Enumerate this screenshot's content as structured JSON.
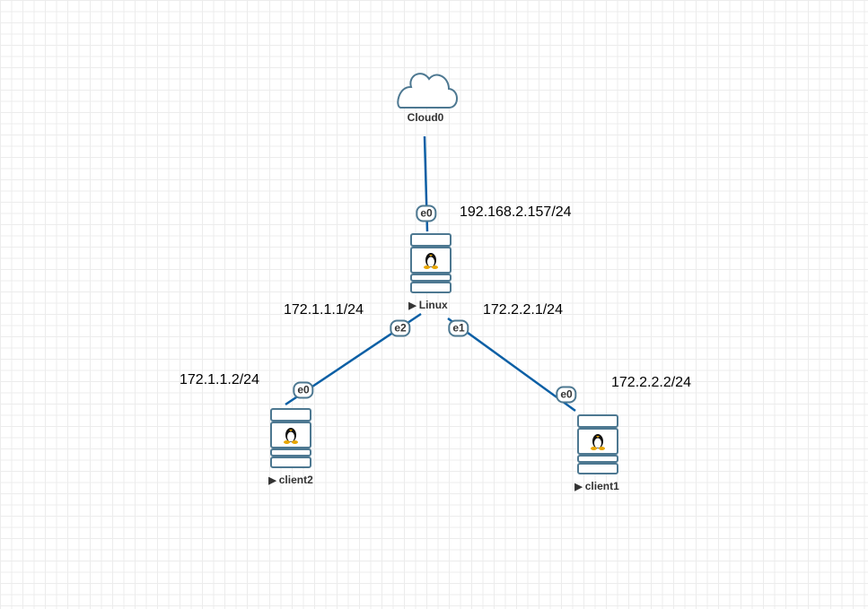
{
  "nodes": {
    "cloud": {
      "label": "Cloud0"
    },
    "linux": {
      "label": "Linux"
    },
    "client2": {
      "label": "client2"
    },
    "client1": {
      "label": "client1"
    }
  },
  "interfaces": {
    "linux_e0": "e0",
    "linux_e2": "e2",
    "linux_e1": "e1",
    "client2_e0": "e0",
    "client1_e0": "e0"
  },
  "ips": {
    "linux_e0": "192.168.2.157/24",
    "linux_e2": "172.1.1.1/24",
    "linux_e1": "172.2.2.1/24",
    "client2_e0": "172.1.1.2/24",
    "client1_e0": "172.2.2.2/24"
  },
  "colors": {
    "link": "#0b5fa5",
    "node": "#4d7891"
  }
}
